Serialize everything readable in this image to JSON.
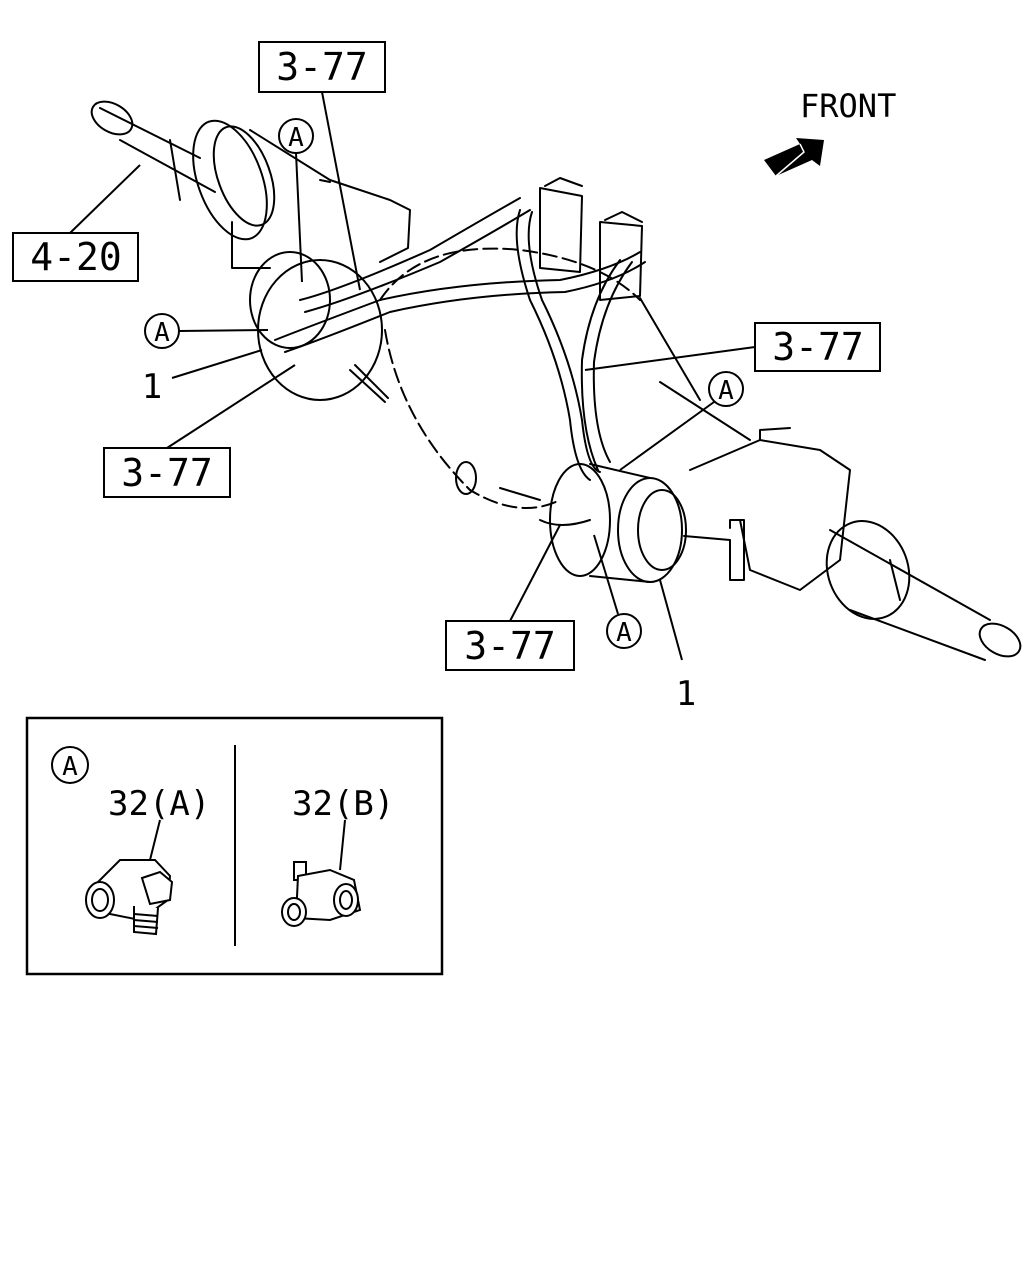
{
  "front_label": "FRONT",
  "refs": {
    "top": "3-77",
    "left_axle": "4-20",
    "right": "3-77",
    "left_lower": "3-77",
    "bottom": "3-77"
  },
  "callouts": {
    "a1": "A",
    "a2": "A",
    "a3": "A",
    "a4": "A",
    "one_left": "1",
    "one_right": "1"
  },
  "inset": {
    "marker": "A",
    "part_a": "32(A)",
    "part_b": "32(B)"
  }
}
